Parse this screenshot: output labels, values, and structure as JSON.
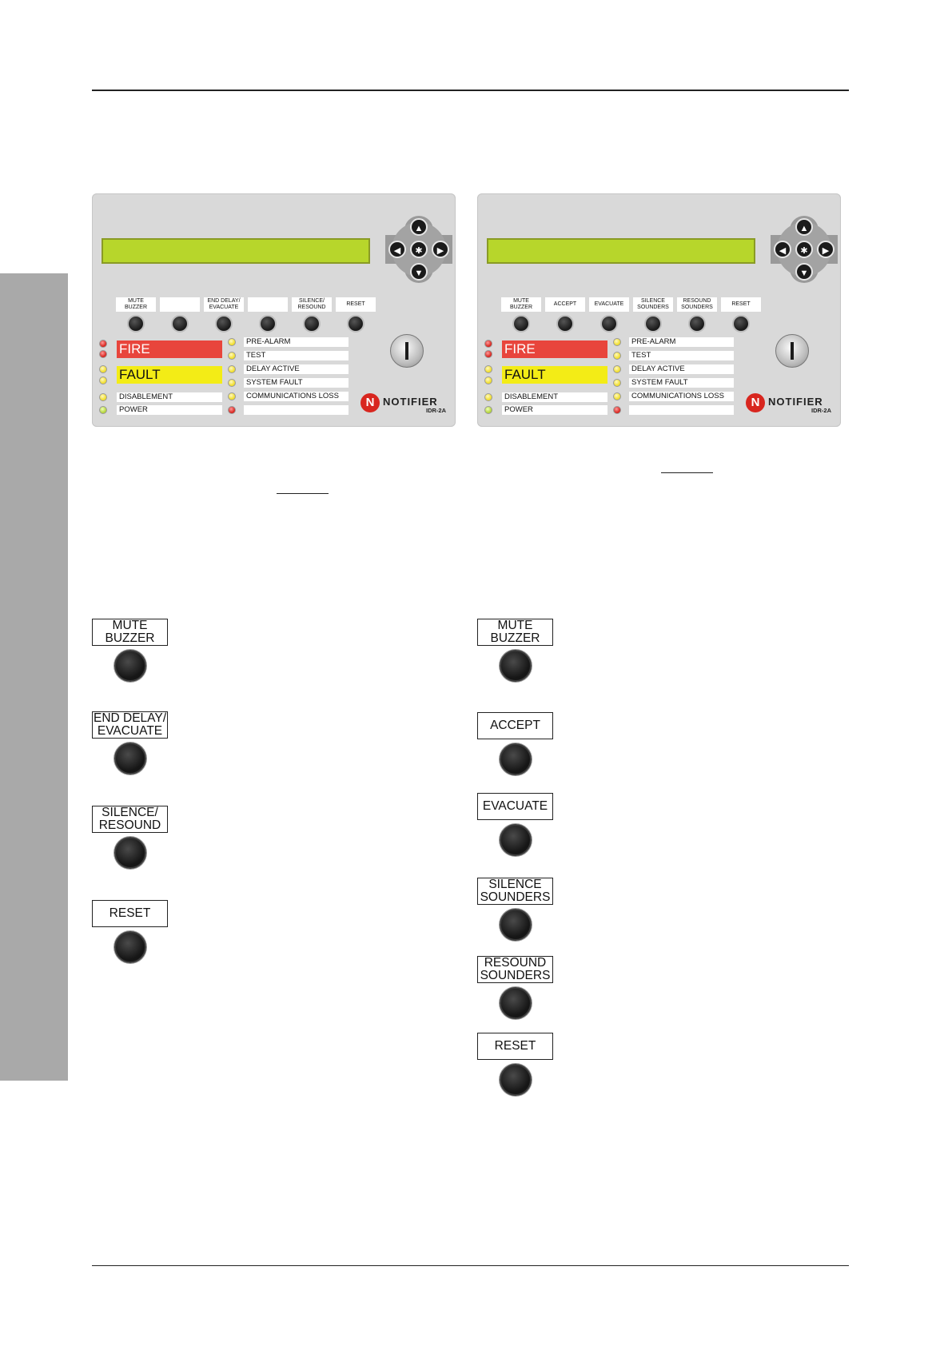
{
  "left_panel": {
    "buttons": [
      "MUTE\nBUZZER",
      "",
      "END DELAY/\nEVACUATE",
      "",
      "SILENCE/\nRESOUND",
      "RESET"
    ],
    "fire_label": "FIRE",
    "fault_label": "FAULT",
    "left_status": [
      "DISABLEMENT",
      "POWER"
    ],
    "right_status": [
      "PRE-ALARM",
      "TEST",
      "DELAY ACTIVE",
      "SYSTEM FAULT",
      "COMMUNICATIONS LOSS",
      ""
    ],
    "brand": "NOTIFIER",
    "brand_logo": "N",
    "model": "IDR-2A"
  },
  "right_panel": {
    "buttons": [
      "MUTE\nBUZZER",
      "ACCEPT",
      "EVACUATE",
      "SILENCE\nSOUNDERS",
      "RESOUND\nSOUNDERS",
      "RESET"
    ],
    "fire_label": "FIRE",
    "fault_label": "FAULT",
    "left_status": [
      "DISABLEMENT",
      "POWER"
    ],
    "right_status": [
      "PRE-ALARM",
      "TEST",
      "DELAY ACTIVE",
      "SYSTEM FAULT",
      "COMMUNICATIONS LOSS",
      ""
    ],
    "brand": "NOTIFIER",
    "brand_logo": "N",
    "model": "IDR-2A"
  },
  "nav_keys": {
    "up": "▲",
    "down": "▼",
    "left": "◀",
    "right": "▶",
    "center": "✱"
  },
  "left_column_buttons": [
    "MUTE\nBUZZER",
    "END DELAY/\nEVACUATE",
    "SILENCE/\nRESOUND",
    "RESET"
  ],
  "right_column_buttons": [
    "MUTE\nBUZZER",
    "ACCEPT",
    "EVACUATE",
    "SILENCE\nSOUNDERS",
    "RESOUND\nSOUNDERS",
    "RESET"
  ],
  "colors": {
    "lcd": "#b7d62b",
    "fire": "#e8453c",
    "fault": "#f3ec16",
    "brand_red": "#d8261f",
    "side_tab": "#a9a9a9"
  }
}
